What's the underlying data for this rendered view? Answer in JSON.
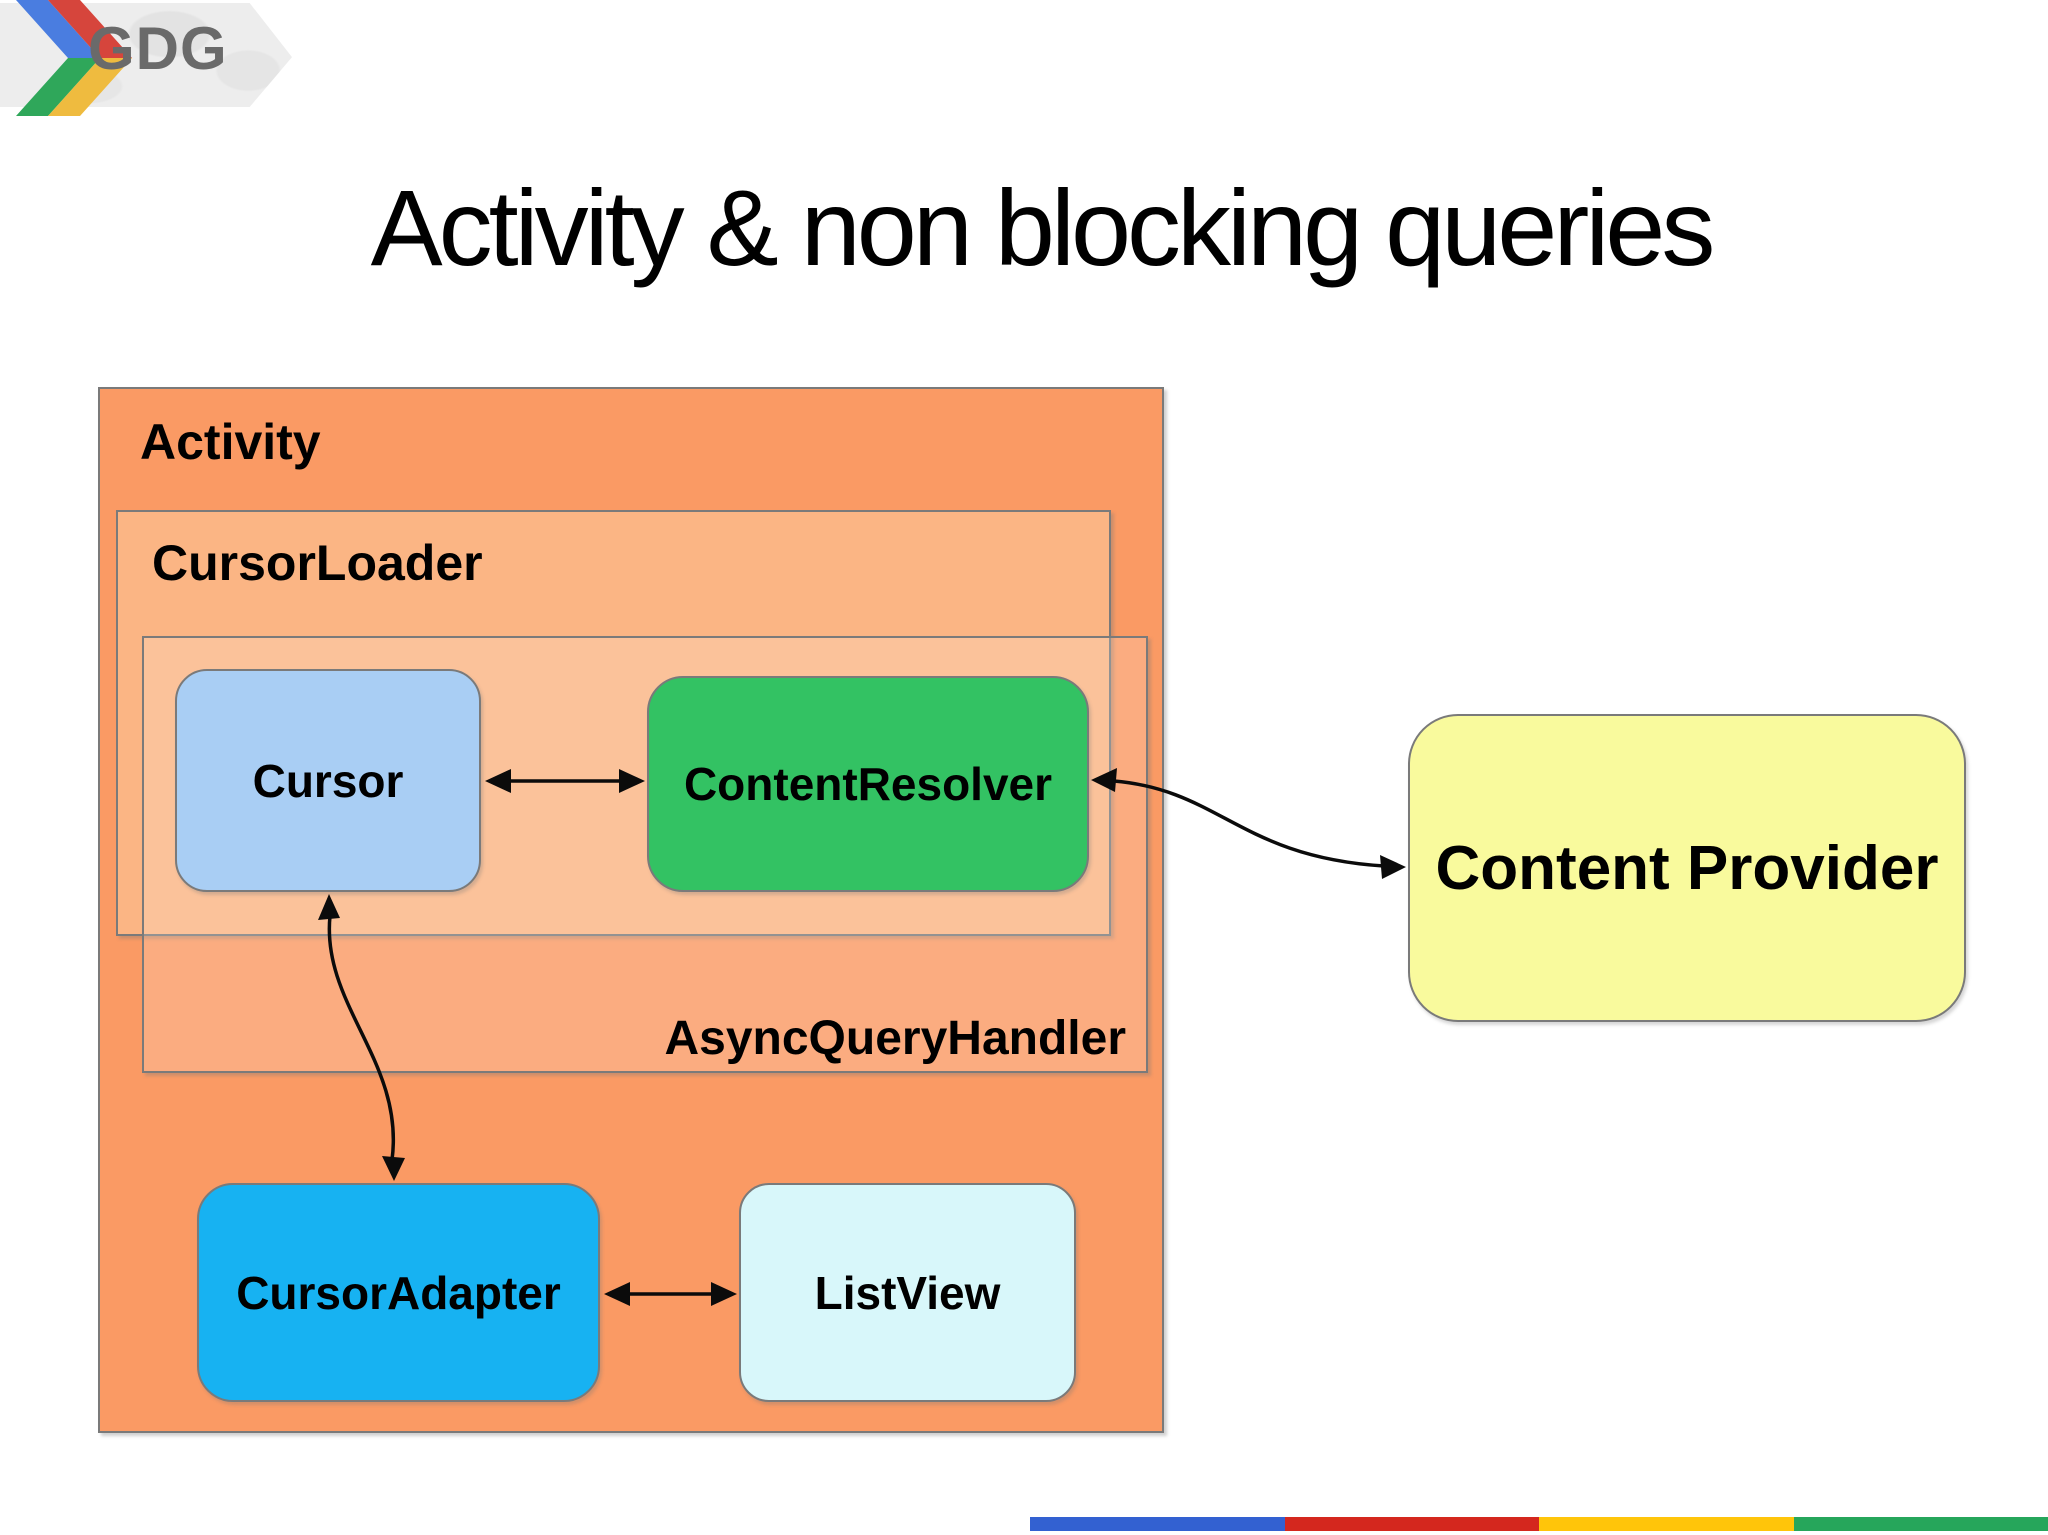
{
  "logo": {
    "text": "GDG"
  },
  "slide": {
    "title": "Activity & non blocking queries"
  },
  "diagram": {
    "activity": {
      "label": "Activity"
    },
    "cursor_loader": {
      "label": "CursorLoader"
    },
    "async_query_handler": {
      "label": "AsyncQueryHandler"
    },
    "cursor": {
      "label": "Cursor"
    },
    "content_resolver": {
      "label": "ContentResolver"
    },
    "cursor_adapter": {
      "label": "CursorAdapter"
    },
    "list_view": {
      "label": "ListView"
    },
    "content_provider": {
      "label": "Content Provider"
    },
    "connections": [
      "Cursor <-> ContentResolver",
      "ContentResolver <-> Content Provider",
      "Cursor <-> CursorAdapter",
      "CursorAdapter <-> ListView"
    ]
  },
  "colors": {
    "activity_fill": "#FA9A64",
    "cursor_loader_fill": "#FBB584",
    "async_overlay_fill": "rgba(255,255,255,0.18)",
    "box_border": "#7a7a7a",
    "cursor_fill": "#A9CEF4",
    "content_resolver_fill": "#33C263",
    "cursor_adapter_fill": "#17B2F2",
    "list_view_fill": "#D8F7FA",
    "content_provider_fill": "#F9FA9D",
    "arrow": "#0b0b0b",
    "title_text": "#000000",
    "label_text": "#000000",
    "gdg_text": "#6A6A6A",
    "chevron_blue": "#4A7DE0",
    "chevron_red": "#D6453C",
    "chevron_green": "#2FA75A",
    "chevron_yellow": "#EFBB3F",
    "banner_bg": "#EDEDED"
  },
  "footer": {
    "bar_colors": [
      "#3361D1",
      "#D4271E",
      "#FFC50A",
      "#26A65B"
    ]
  }
}
